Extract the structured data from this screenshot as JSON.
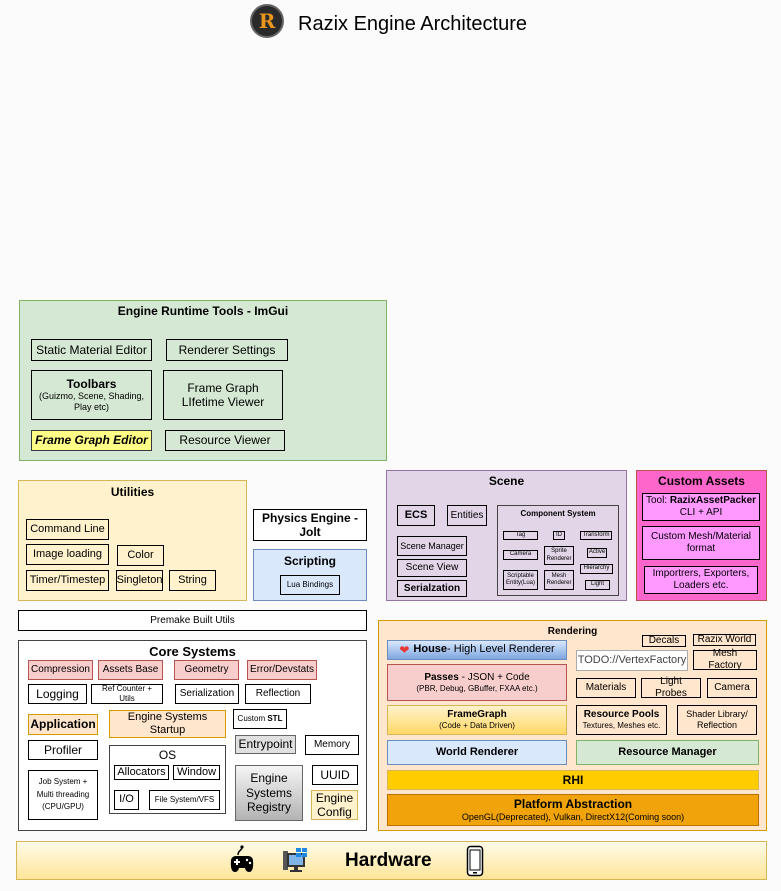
{
  "header": {
    "title": "Razix Engine Architecture"
  },
  "imgui": {
    "title": "Engine Runtime Tools - ImGui",
    "static_material_editor": "Static Material Editor",
    "renderer_settings": "Renderer Settings",
    "toolbars": "Toolbars",
    "toolbars_sub": "(Guizmo, Scene, Shading, Play etc)",
    "framegraph_lifetime_viewer": "Frame Graph LIfetime Viewer",
    "framegraph_editor": "Frame Graph Editor",
    "resource_viewer": "Resource Viewer"
  },
  "utilities": {
    "title": "Utilities",
    "command_line": "Command Line",
    "image_loading": "Image loading",
    "color": "Color",
    "timer": "Timer/Timestep",
    "singleton": "Singleton",
    "string": "String"
  },
  "physics": {
    "label": "Physics Engine - Jolt"
  },
  "scripting": {
    "title": "Scripting",
    "lua": "Lua Bindings"
  },
  "scene": {
    "title": "Scene",
    "ecs": "ECS",
    "entities": "Entities",
    "scene_manager": "Scene Manager",
    "scene_view": "Scene View",
    "serialization": "Serialzation",
    "component_system": {
      "title": "Component System",
      "tag": "Tag",
      "id": "ID",
      "transform": "Transform",
      "camera": "Camera",
      "sprite_renderer": "Sprite Renderer",
      "active": "Active",
      "hierarchy": "Hierarchy",
      "scriptable_entity": "Scriptable Entity(Lua)",
      "mesh_renderer": "Mesh Renderer",
      "light": "Light"
    }
  },
  "custom_assets": {
    "title": "Custom Assets",
    "tool_prefix": "Tool: ",
    "tool_name": "RazixAssetPacker",
    "tool_sub": "CLI + API",
    "custom_mesh": "Custom Mesh/Material format",
    "importers": "Importrers, Exporters, Loaders etc."
  },
  "premake": {
    "label": "Premake Built Utils"
  },
  "core": {
    "title": "Core  Systems",
    "compression": "Compression",
    "assets_base": "Assets Base",
    "geometry": "Geometry",
    "error_devstats": "Error/Devstats",
    "logging": "Logging",
    "ref_counter": "Ref Counter + Utils",
    "serialization": "Serialization",
    "reflection": "Reflection",
    "application": "Application",
    "engine_systems_startup": "Engine Systems Startup",
    "custom_stl_prefix": "Custom ",
    "custom_stl": "STL",
    "profiler": "Profiler",
    "os": {
      "title": "OS",
      "allocators": "Allocators",
      "window": "Window",
      "io": "I/O",
      "filesystem": "File System/VFS"
    },
    "entrypoint": "Entrypoint",
    "memory": "Memory",
    "job_system": "Job System + Multi threading (CPU/GPU)",
    "engine_systems_registry": "Engine Systems Registry",
    "uuid": "UUID",
    "engine_config": "Engine Config"
  },
  "rendering": {
    "title": "Rendering",
    "decals": "Decals",
    "razix_world": "Razix World",
    "house": "House",
    "house_rest": "- High Level Renderer",
    "vertex_factory": "TODO://VertexFactory",
    "mesh_factory": "Mesh Factory",
    "passes": "Passes",
    "passes_rest": " - JSON + Code",
    "passes_sub": "(PBR, Debug, GBuffer, FXAA etc.)",
    "materials": "Materials",
    "light_probes": "Light Probes",
    "camera": "Camera",
    "framegraph": "FrameGraph",
    "framegraph_sub": "(Code + Data Driven)",
    "resource_pools": "Resource Pools",
    "resource_pools_sub": "Textures, Meshes etc.",
    "shader_library": "Shader Library/ Reflection",
    "world_renderer": "World Renderer",
    "resource_manager": "Resource Manager",
    "rhi": "RHI",
    "platform_abstraction": "Platform Abstraction",
    "platform_sub": "OpenGL(Deprecated), Vulkan, DirectX12(Coming soon)"
  },
  "hardware": {
    "title": "Hardware",
    "icons": [
      "gamepad-icon",
      "pc-windows-icon",
      "phone-icon"
    ]
  },
  "colors": {
    "imgui_bg": "#d5e8d4",
    "utilities_bg": "#fff2cc",
    "scene_bg": "#e1d5e7",
    "custom_assets_bg": "#ff66cc",
    "rendering_bg": "#ffe6cc",
    "rhi": "#ffcc00",
    "platform": "#f0a30a",
    "hardware_bg": "#fff2cc"
  }
}
